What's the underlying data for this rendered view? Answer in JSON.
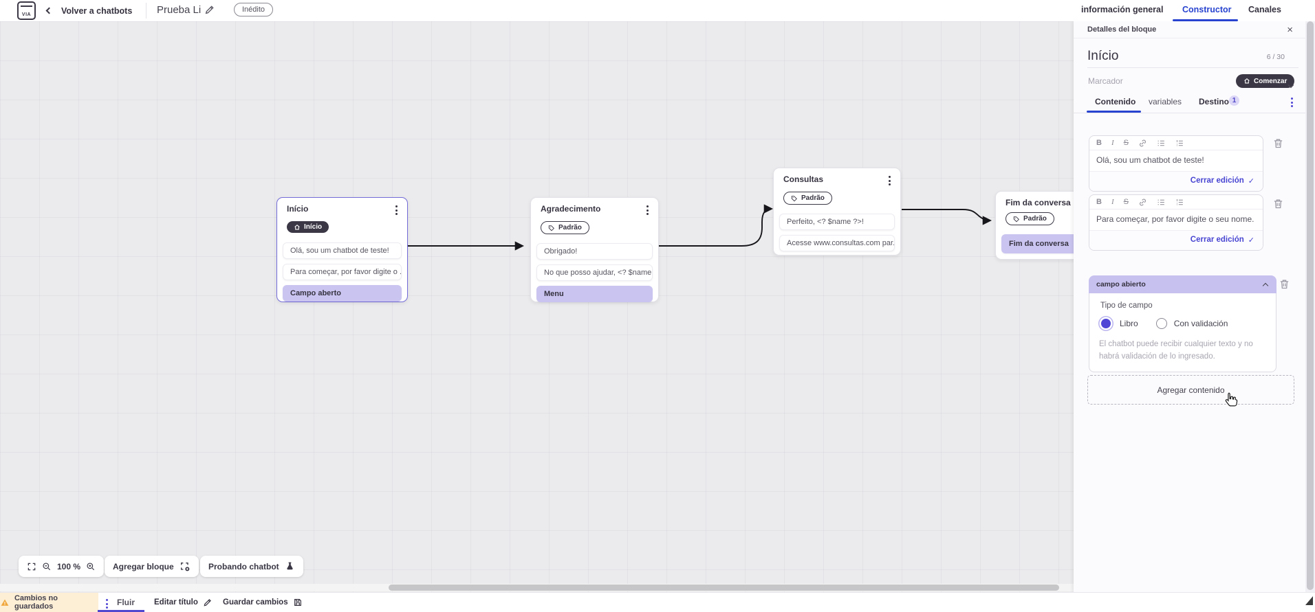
{
  "header": {
    "back_label": "Volver a chatbots",
    "title": "Prueba Li",
    "status": "Inédito",
    "tabs": [
      {
        "label": "información general"
      },
      {
        "label": "Constructor"
      },
      {
        "label": "Canales"
      }
    ]
  },
  "panel": {
    "header": "Detalles del bloque",
    "close_icon": "×",
    "block_title": "Início",
    "counter": "6 / 30",
    "marker_label": "Marcador",
    "marker_value": "Comenzar",
    "tabs": [
      {
        "label": "Contenido"
      },
      {
        "label": "variables"
      },
      {
        "label": "Destino",
        "badge": "1"
      }
    ],
    "toolbar_icons": {
      "bold": "B",
      "italic": "I",
      "strike": "S"
    },
    "editors": [
      {
        "text": "Olá, sou um chatbot de teste!",
        "close_label": "Cerrar edición",
        "check": "✓"
      },
      {
        "text": "Para começar, por favor digite o seu nome.",
        "close_label": "Cerrar edición",
        "check": "✓"
      }
    ],
    "field_section": {
      "title": "campo abierto",
      "type_label": "Tipo de campo",
      "options": [
        {
          "label": "Libro",
          "selected": true
        },
        {
          "label": "Con validación",
          "selected": false
        }
      ],
      "help_text": "El chatbot puede recibir cualquier texto y no habrá validación de lo ingresado."
    },
    "add_content_label": "Agregar contenido"
  },
  "canvas": {
    "nodes": [
      {
        "title": "Início",
        "badge": "Início",
        "rows": [
          "Olá, sou um chatbot de teste!",
          "Para começar, por favor digite o ...",
          "Campo aberto"
        ]
      },
      {
        "title": "Agradecimento",
        "badge": "Padrão",
        "rows": [
          "Obrigado!",
          "No que posso ajudar, <? $name ...",
          "Menu"
        ]
      },
      {
        "title": "Consultas",
        "badge": "Padrão",
        "rows": [
          "Perfeito, <? $name ?>!",
          "Acesse www.consultas.com par..."
        ]
      },
      {
        "title": "Fim da conversa",
        "badge": "Padrão",
        "rows": [
          "Fim da conversa"
        ]
      }
    ],
    "toolbar": {
      "zoom_level": "100 %",
      "add_block": "Agregar bloque",
      "test_chatbot": "Probando chatbot"
    }
  },
  "bottom_bar": {
    "unsaved": "Cambios no guardados",
    "flow_tab": "Fluir",
    "edit_title": "Editar título",
    "save": "Guardar cambios"
  },
  "colors": {
    "accent_blue": "#2743cf",
    "indigo": "#4f46d6",
    "lavender": "#c9c4f0",
    "dark_pill": "#3b3745",
    "warning_bg": "#fcefd6"
  }
}
